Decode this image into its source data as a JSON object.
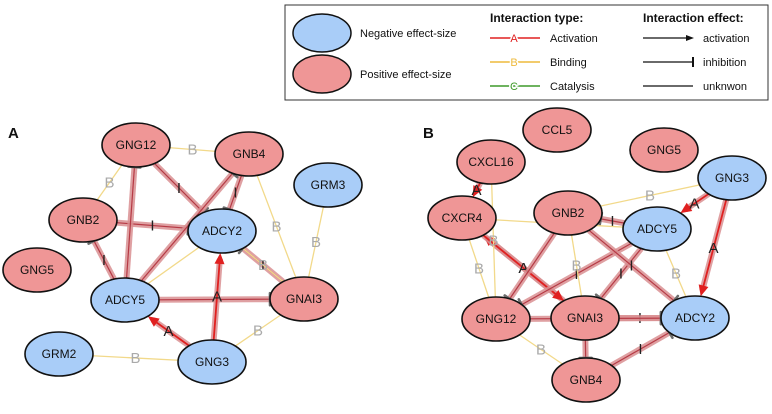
{
  "colors": {
    "negative": "#a9cdf8",
    "positive": "#ef9696",
    "activation": "#e02020",
    "binding": "#eeba3c",
    "catalysis": "#3f9a2a",
    "inhibitBand": "#d98f92",
    "inhibitCore": "#b63a45",
    "bindingLine": "#f2d98a",
    "bindingLetter": "#aaaaaa",
    "nodeStroke": "#111111"
  },
  "legend": {
    "negative_label": "Negative effect-size",
    "positive_label": "Positive effect-size",
    "interaction_type_title": "Interaction type:",
    "interaction_effect_title": "Interaction effect:",
    "types": [
      {
        "letter": "A",
        "label": "Activation",
        "color": "activation"
      },
      {
        "letter": "B",
        "label": "Binding",
        "color": "binding"
      },
      {
        "letter": "C",
        "label": "Catalysis",
        "color": "catalysis"
      }
    ],
    "effects": [
      {
        "label": "activation",
        "marker": "arrow"
      },
      {
        "label": "inhibition",
        "marker": "bar"
      },
      {
        "label": "unknwon",
        "marker": "none"
      }
    ]
  },
  "panels": [
    {
      "letter": "A",
      "nodes": [
        {
          "id": "GNG12",
          "sign": "positive"
        },
        {
          "id": "GNB4",
          "sign": "positive"
        },
        {
          "id": "GRM3",
          "sign": "negative"
        },
        {
          "id": "GNB2",
          "sign": "positive"
        },
        {
          "id": "ADCY2",
          "sign": "negative"
        },
        {
          "id": "GNG5",
          "sign": "positive"
        },
        {
          "id": "ADCY5",
          "sign": "negative"
        },
        {
          "id": "GNAI3",
          "sign": "positive"
        },
        {
          "id": "GRM2",
          "sign": "negative"
        },
        {
          "id": "GNG3",
          "sign": "negative"
        }
      ],
      "edges": [
        {
          "from": "GNG12",
          "to": "GNB4",
          "type": "binding",
          "letter": "B"
        },
        {
          "from": "GNG12",
          "to": "GNB2",
          "type": "binding",
          "letter": "B"
        },
        {
          "from": "GNG12",
          "to": "ADCY2",
          "type": "inhibition",
          "letter": "I"
        },
        {
          "from": "GNB4",
          "to": "ADCY2",
          "type": "inhibition",
          "letter": "I"
        },
        {
          "from": "GNB2",
          "to": "ADCY2",
          "type": "inhibition",
          "letter": "I"
        },
        {
          "from": "ADCY5",
          "to": "GNB2",
          "type": "inhibition",
          "letter": "I"
        },
        {
          "from": "ADCY5",
          "to": "GNG12",
          "type": "inhibition",
          "letter": ""
        },
        {
          "from": "ADCY5",
          "to": "GNB4",
          "type": "inhibition",
          "letter": ""
        },
        {
          "from": "GNAI3",
          "to": "ADCY2",
          "type": "inhibition",
          "letter": "I"
        },
        {
          "from": "ADCY5",
          "to": "GNAI3",
          "type": "inhibition",
          "letter": ""
        },
        {
          "from": "GNG3",
          "to": "ADCY2",
          "type": "activation",
          "letter": "A"
        },
        {
          "from": "GNG3",
          "to": "ADCY5",
          "type": "activation",
          "letter": "A"
        },
        {
          "from": "GRM3",
          "to": "GNAI3",
          "type": "binding",
          "letter": "B"
        },
        {
          "from": "GNB4",
          "to": "GNAI3",
          "type": "binding",
          "letter": "B"
        },
        {
          "from": "ADCY2",
          "to": "GNAI3",
          "type": "binding",
          "letter": "B"
        },
        {
          "from": "GNG3",
          "to": "GNAI3",
          "type": "binding",
          "letter": "B"
        },
        {
          "from": "GRM2",
          "to": "GNG3",
          "type": "binding",
          "letter": "B"
        },
        {
          "from": "ADCY5",
          "to": "ADCY2",
          "type": "binding",
          "letter": ""
        }
      ]
    },
    {
      "letter": "B",
      "nodes": [
        {
          "id": "CCL5",
          "sign": "positive"
        },
        {
          "id": "GNG5",
          "sign": "positive"
        },
        {
          "id": "CXCL16",
          "sign": "positive"
        },
        {
          "id": "GNG3",
          "sign": "negative"
        },
        {
          "id": "CXCR4",
          "sign": "positive"
        },
        {
          "id": "GNB2",
          "sign": "positive"
        },
        {
          "id": "ADCY5",
          "sign": "negative"
        },
        {
          "id": "GNG12",
          "sign": "positive"
        },
        {
          "id": "GNAI3",
          "sign": "positive"
        },
        {
          "id": "ADCY2",
          "sign": "negative"
        },
        {
          "id": "GNB4",
          "sign": "positive"
        }
      ],
      "edges": [
        {
          "from": "CXCL16",
          "to": "CXCR4",
          "type": "activation",
          "letter": "A"
        },
        {
          "from": "GNAI3",
          "to": "CXCR4",
          "type": "activation",
          "letter": "A"
        },
        {
          "from": "CXCR4",
          "to": "GNAI3",
          "type": "activation",
          "letter": "A"
        },
        {
          "from": "GNG3",
          "to": "ADCY5",
          "type": "activation",
          "letter": "A"
        },
        {
          "from": "GNG3",
          "to": "ADCY2",
          "type": "activation",
          "letter": "A"
        },
        {
          "from": "ADCY5",
          "to": "GNB2",
          "type": "inhibition",
          "letter": "I"
        },
        {
          "from": "ADCY5",
          "to": "GNG12",
          "type": "inhibition",
          "letter": "I"
        },
        {
          "from": "ADCY5",
          "to": "GNAI3",
          "type": "inhibition",
          "letter": "I"
        },
        {
          "from": "GNB2",
          "to": "ADCY2",
          "type": "inhibition",
          "letter": "I"
        },
        {
          "from": "GNB2",
          "to": "GNG12",
          "type": "inhibition",
          "letter": ""
        },
        {
          "from": "GNAI3",
          "to": "ADCY2",
          "type": "inhibition",
          "letter": "I"
        },
        {
          "from": "GNG12",
          "to": "ADCY2",
          "type": "inhibition",
          "letter": ""
        },
        {
          "from": "GNB4",
          "to": "ADCY2",
          "type": "inhibition",
          "letter": "I"
        },
        {
          "from": "GNAI3",
          "to": "GNB4",
          "type": "inhibition",
          "letter": ""
        },
        {
          "from": "CXCL16",
          "to": "GNG12",
          "type": "binding",
          "letter": "B"
        },
        {
          "from": "GNB2",
          "to": "GNG3",
          "type": "binding",
          "letter": "B"
        },
        {
          "from": "CXCR4",
          "to": "ADCY5",
          "type": "binding",
          "letter": ""
        },
        {
          "from": "ADCY5",
          "to": "ADCY2",
          "type": "binding",
          "letter": "B"
        },
        {
          "from": "GNG12",
          "to": "GNB4",
          "type": "binding",
          "letter": "B"
        },
        {
          "from": "GNB2",
          "to": "GNAI3",
          "type": "binding",
          "letter": "B"
        },
        {
          "from": "CXCR4",
          "to": "GNG12",
          "type": "binding",
          "letter": "B"
        }
      ]
    }
  ]
}
